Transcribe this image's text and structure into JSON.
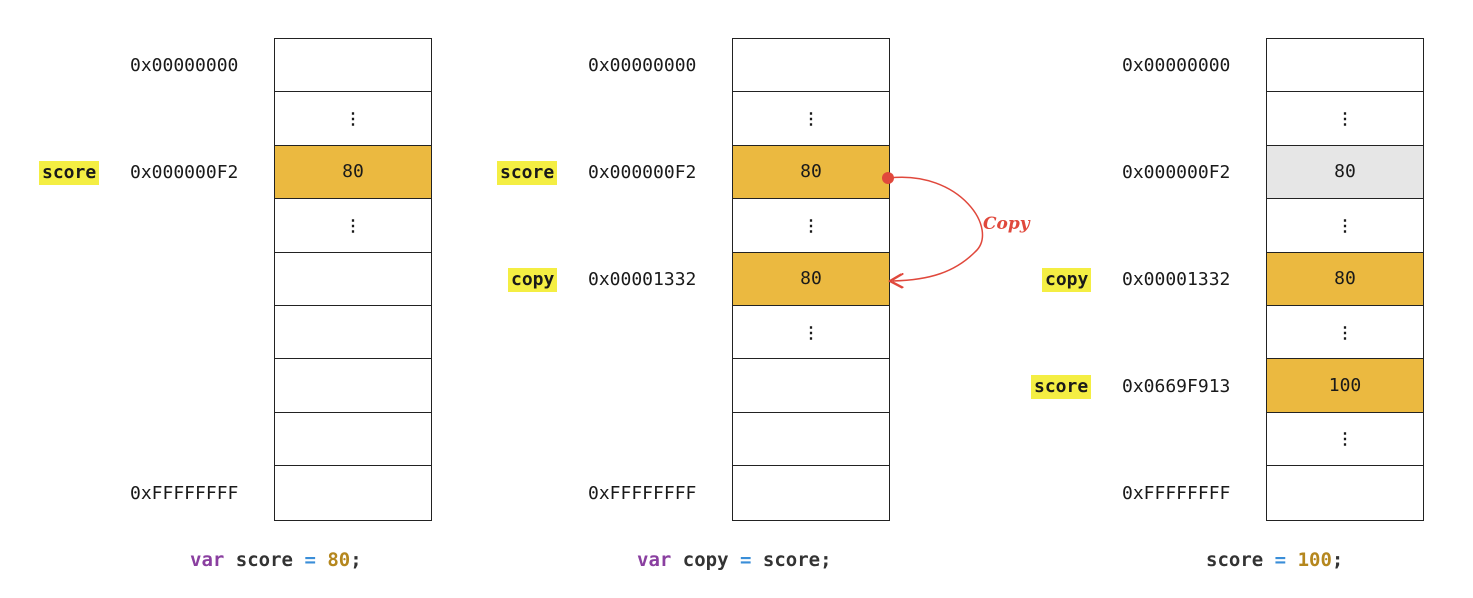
{
  "panels": [
    {
      "addresses": [
        "0x00000000",
        "0x000000F2",
        "0xFFFFFFFF"
      ],
      "cells": [
        "",
        "⋮",
        "80",
        "⋮",
        "",
        "",
        "",
        "",
        ""
      ],
      "variables": [
        "score"
      ],
      "code": {
        "keyword": "var",
        "ident": "score",
        "op": "=",
        "value": "80",
        "semi": ";"
      }
    },
    {
      "addresses": [
        "0x00000000",
        "0x000000F2",
        "0x00001332",
        "0xFFFFFFFF"
      ],
      "cells": [
        "",
        "⋮",
        "80",
        "⋮",
        "80",
        "⋮",
        "",
        "",
        ""
      ],
      "variables": [
        "score",
        "copy"
      ],
      "arrow_label": "Copy",
      "code": {
        "keyword": "var",
        "ident": "copy",
        "op": "=",
        "value": "score",
        "semi": ";"
      }
    },
    {
      "addresses": [
        "0x00000000",
        "0x000000F2",
        "0x00001332",
        "0x0669F913",
        "0xFFFFFFFF"
      ],
      "cells": [
        "",
        "⋮",
        "80",
        "⋮",
        "80",
        "⋮",
        "100",
        "⋮",
        ""
      ],
      "variables": [
        "copy",
        "score"
      ],
      "code": {
        "ident": "score",
        "op": "=",
        "value": "100",
        "semi": ";"
      }
    }
  ],
  "colors": {
    "highlight": "#ebb940",
    "stale": "#e6e6e6",
    "variable_bg": "#f4ee43",
    "arrow": "#e0483c",
    "keyword": "#8a3fa0",
    "operator": "#3a8ed8",
    "number": "#b5871e"
  }
}
